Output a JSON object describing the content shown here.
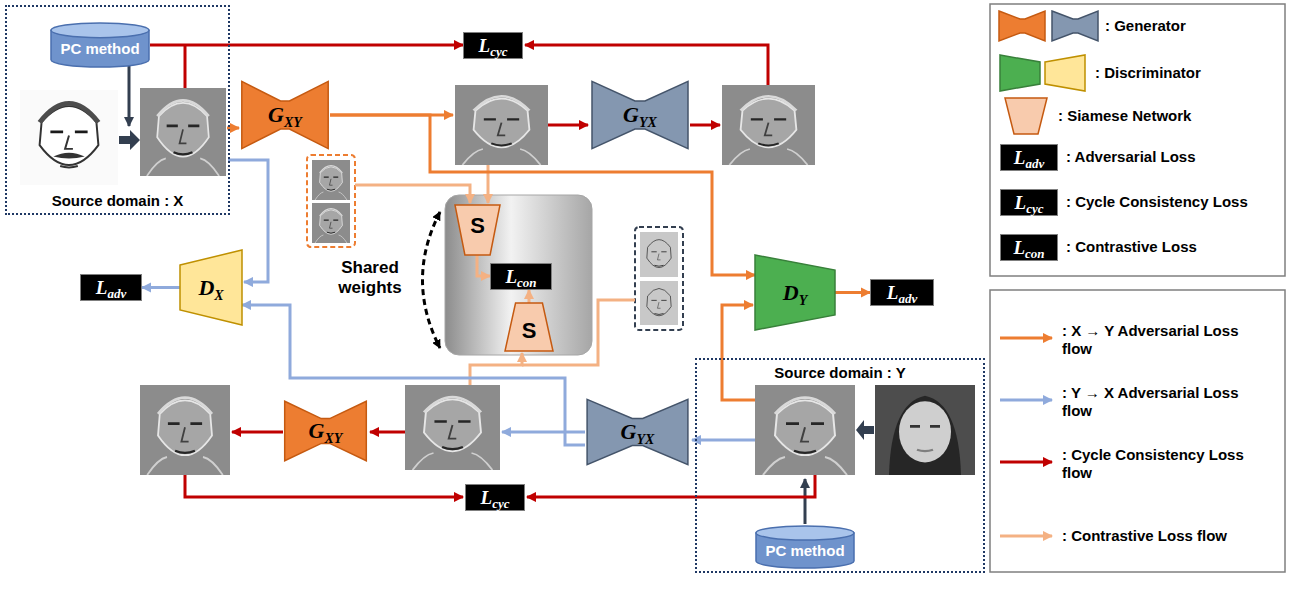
{
  "diagram": {
    "nodes": [
      {
        "text": [
          "Source domain : X"
        ]
      },
      {
        "text": [
          "PC method"
        ],
        "in": 0
      },
      {
        "text": [
          "G",
          "XY"
        ]
      },
      {
        "text": [
          "L",
          "cyc"
        ]
      },
      {
        "text": [
          "G",
          "YX"
        ]
      },
      {
        "text": [
          "D",
          "X"
        ]
      },
      {
        "text": [
          "L",
          "adv"
        ]
      },
      {
        "text": [
          "S"
        ]
      },
      {
        "text": [
          "L",
          "con"
        ]
      },
      {
        "text": [
          "S"
        ]
      },
      {
        "text": [
          "D",
          "Y"
        ]
      },
      {
        "text": [
          "L",
          "adv"
        ]
      },
      {
        "text": [
          "Source domain : Y"
        ]
      },
      {
        "text": [
          "PC method"
        ],
        "in": 12
      },
      {
        "text": [
          "G",
          "YX"
        ]
      },
      {
        "text": [
          "G",
          "XY"
        ]
      },
      {
        "text": [
          "L",
          "cyc"
        ]
      }
    ],
    "edges": [
      {
        "from": 1,
        "to": 3,
        "arrow": "to"
      },
      {
        "from": 5,
        "to": 6,
        "arrow": "to"
      },
      {
        "from": 10,
        "to": 11,
        "arrow": "to"
      },
      {
        "from": 7,
        "to": 8,
        "arrow": "to"
      },
      {
        "from": 9,
        "to": 8,
        "arrow": "to"
      },
      {
        "from": 2,
        "to": 10,
        "arrow": "to"
      },
      {
        "from": 14,
        "to": 5,
        "arrow": "to"
      }
    ],
    "labels": [
      "Shared weights",
      "L",
      "adv",
      "L",
      "cyc",
      "L",
      "con"
    ],
    "legend": [
      {
        "text": ": Generator"
      },
      {
        "text": ": Discriminator"
      },
      {
        "text": ": Siamese Network"
      },
      {
        "text": ": Adversarial Loss"
      },
      {
        "text": ": Cycle Consistency Loss"
      },
      {
        "text": ": Contrastive Loss"
      },
      {
        "text": ": X → Y Adversarial Loss flow"
      },
      {
        "text": ": Y → X Adversarial Loss flow"
      },
      {
        "text": ": Cycle Consistency Loss flow"
      },
      {
        "text": ": Contrastive Loss flow"
      }
    ]
  }
}
